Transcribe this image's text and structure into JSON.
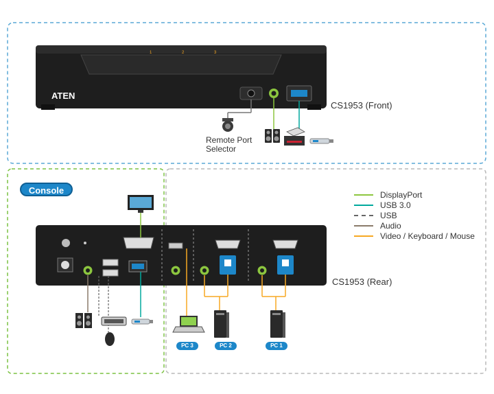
{
  "front": {
    "label": "CS1953 (Front)",
    "brand": "ATEN",
    "port_numbers": [
      "1",
      "2",
      "3"
    ]
  },
  "remote": {
    "line1": "Remote Port",
    "line2": "Selector"
  },
  "console": {
    "label": "Console"
  },
  "rear": {
    "label": "CS1953 (Rear)"
  },
  "legend": [
    {
      "label": "DisplayPort",
      "color": "#8cc63f",
      "style": "solid"
    },
    {
      "label": "USB 3.0",
      "color": "#00a99d",
      "style": "solid"
    },
    {
      "label": "USB",
      "color": "#666666",
      "style": "dashed"
    },
    {
      "label": "Audio",
      "color": "#8a7a6a",
      "style": "solid"
    },
    {
      "label": "Video / Keyboard / Mouse",
      "color": "#f7a823",
      "style": "solid"
    }
  ],
  "pcs": [
    "PC 3",
    "PC 2",
    "PC 1"
  ],
  "colors": {
    "frame_blue": "#5aa9d6",
    "frame_green": "#7cc242",
    "frame_grey": "#b9b9b9",
    "device": "#1e1e1e",
    "accent_blue": "#1d87c9"
  }
}
